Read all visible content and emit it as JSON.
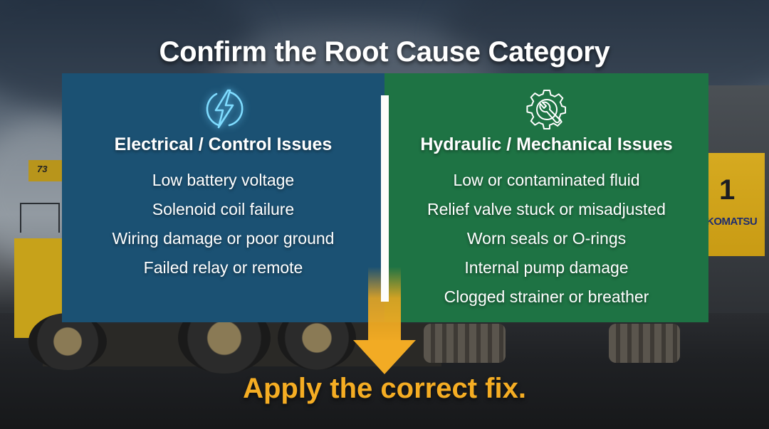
{
  "slide": {
    "title": "Confirm the Root Cause Category",
    "call_to_action": "Apply the correct fix.",
    "colors": {
      "electrical_panel": "#1b5173",
      "hydraulic_panel": "#1e7344",
      "accent_orange": "#f2ab24",
      "icon_glow": "#6fd6ff",
      "divider": "#fdfdfb"
    }
  },
  "panels": {
    "electrical": {
      "icon": "lightning-bolt-circle-icon",
      "heading": "Electrical / Control Issues",
      "items": [
        "Low battery voltage",
        "Solenoid coil failure",
        "Wiring damage or poor ground",
        "Failed relay or remote"
      ]
    },
    "hydraulic": {
      "icon": "gear-wrench-icon",
      "heading": "Hydraulic / Mechanical Issues",
      "items": [
        "Low or contaminated fluid",
        "Relief valve stuck or misadjusted",
        "Worn seals or O-rings",
        "Internal pump damage",
        "Clogged strainer or breather"
      ]
    }
  },
  "background": {
    "truck_number": "73",
    "loader_number": "1",
    "loader_brand": "KOMATSU"
  }
}
